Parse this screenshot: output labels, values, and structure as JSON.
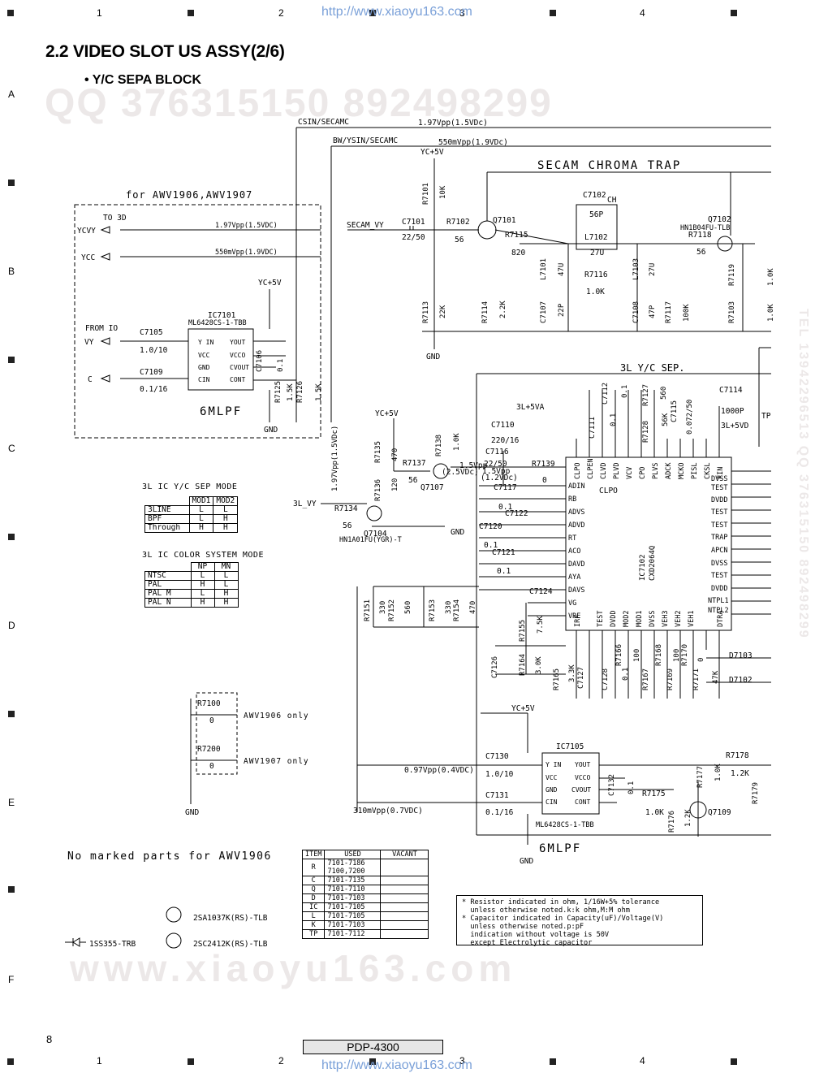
{
  "header": {
    "column_numbers": [
      "1",
      "2",
      "3",
      "4"
    ],
    "url_top": "http://www.xiaoyu163.com",
    "url_bottom": "http://www.xiaoyu163.com"
  },
  "page": {
    "title": "2.2 VIDEO SLOT US ASSY(2/6)",
    "subtitle": "• Y/C SEPA BLOCK",
    "page_number": "8",
    "model": "PDP-4300",
    "row_letters": [
      "A",
      "B",
      "C",
      "D",
      "E",
      "F"
    ]
  },
  "watermarks": {
    "qq": "QQ 376315150  892498299",
    "site_large": "www.xiaoyu163.com",
    "tel_vertical": "TEL 13942296513 QQ 376315150 892498299"
  },
  "schematic": {
    "nets": {
      "csin_secamc": "CSIN/SECAMC",
      "bw_ysin_secamc": "BW/YSIN/SECAMC",
      "secam_vy": "SECAM_VY",
      "l3_vy": "3L_VY",
      "v197": "1.97Vpp(1.5VDc)",
      "v550": "550mVpp(1.9VDc)",
      "v197b": "1.97Vpp(1.5VDC)",
      "v550b": "550mVpp(1.9VDC)",
      "v197c": "1.97Vpp(1.5VDc)",
      "v15": "1.5Vpp",
      "v25": "(2.5VDc)",
      "v15b": "1.5Vpp",
      "v12": "(1.2VDc)",
      "v097": "0.97Vpp(0.4VDC)",
      "v310": "310mVpp(0.7VDC)",
      "secam_trap": "SECAM CHROMA TRAP",
      "sep_3l": "3L Y/C SEP.",
      "for_awv": "for AWV1906,AWV1907",
      "to_3d": "TO 3D",
      "from_io": "FROM IO",
      "ycvy": "YCVY",
      "ycc": "YCC",
      "vy": "VY",
      "c": "C",
      "mlpf1": "6MLPF",
      "mlpf2": "6MLPF",
      "awv1906_only": "AWV1906 only",
      "awv1907_only": "AWV1907 only",
      "no_marked": "No marked parts for AWV1906",
      "gnd": "GND",
      "yc5v": "YC+5V",
      "l3_5va": "3L+5VA",
      "l3_5vd": "3L+5VD",
      "clpo": "CLPO",
      "tp": "TP"
    },
    "ic7101": {
      "name": "IC7101",
      "part": "ML6428CS-1-TBB",
      "pins_left": [
        "Y IN",
        "VCC",
        "GND",
        "CIN"
      ],
      "pins_right": [
        "YOUT",
        "VCCO",
        "CVOUT",
        "CONT"
      ]
    },
    "ic7105": {
      "name": "IC7105",
      "part": "ML6428CS-1-TBB",
      "pins_left": [
        "Y IN",
        "VCC",
        "GND",
        "CIN"
      ],
      "pins_right": [
        "YOUT",
        "VCCO",
        "CVOUT",
        "CONT"
      ]
    },
    "ic7102": {
      "name": "IC7102",
      "part": "CXD2064Q",
      "pins_left": [
        "ADIN",
        "RB",
        "ADVS",
        "ADVD",
        "RT",
        "ACO",
        "DAVD",
        "AYA",
        "DAVS",
        "VG",
        "VRE"
      ],
      "pins_right": [
        "DVSS",
        "TEST",
        "DVDD",
        "TEST",
        "TEST",
        "TRAP",
        "APCN",
        "DVSS",
        "TEST",
        "DVDD",
        "NTPL1",
        "NTPL2"
      ],
      "pins_top": [
        "CLPO",
        "CLPEN",
        "CLVD",
        "PLVD",
        "VCV",
        "CPO",
        "PLVS",
        "ADCK",
        "MCKO",
        "PISL",
        "CKSL",
        "FIN"
      ],
      "pins_bottom": [
        "IRF",
        "TEST",
        "DVDD",
        "MOD2",
        "MOD1",
        "DVSS",
        "VEH3",
        "VEH2",
        "VEH1",
        "DTRA"
      ]
    },
    "components": {
      "r7101": "R7101",
      "r7101v": "10K",
      "r7102": "R7102",
      "r7102v": "56",
      "c7101": "C7101",
      "c7101v": "22/50",
      "q7101": "Q7101",
      "r7115": "R7115",
      "r7115v": "820",
      "c7102": "C7102",
      "c7102t": "CH",
      "c7102v": "56P",
      "l7102": "L7102",
      "l7102v": "27U",
      "r7116": "R7116",
      "r7116v": "1.0K",
      "l7101": "L7101",
      "l7101v": "47U",
      "l7103": "L7103",
      "l7103v": "27U",
      "q7102": "Q7102",
      "q7102p": "HN1B04FU-TLB",
      "r7118": "R7118",
      "r7118v": "56",
      "r7119": "R7119",
      "r7119v": "1.0K",
      "r7103": "R7103",
      "r7103v": "1.0K",
      "r7113": "R7113",
      "r7113v": "22K",
      "r7114": "R7114",
      "r7114v": "2.2K",
      "c7107": "C7107",
      "c7107v": "22P",
      "c7108": "C7108",
      "c7108v": "47P",
      "r7117": "R7117",
      "r7117v": "100K",
      "c7105": "C7105",
      "c7105v": "1.0/10",
      "c7109": "C7109",
      "c7109v": "0.1/16",
      "c7106": "C7106",
      "c7106v": "0.1",
      "r7125": "R7125",
      "r7125v": "1.5K",
      "r7126": "R7126",
      "r7126v": "1.5K",
      "c7111": "C7111",
      "c7111v": "0.1",
      "c7112": "C7112",
      "c7112v": "0.1",
      "r7127": "R7127",
      "r7127v": "560",
      "r7128": "R7128",
      "r7128v": "56K",
      "c7115": "C7115",
      "c7115v": "0.072/50",
      "c7114": "C7114",
      "c7114v": "1000P",
      "c7110": "C7110",
      "c7110v": "220/16",
      "c7116": "C7116",
      "c7116v": "22/50",
      "r7135": "R7135",
      "r7135v": "470",
      "r7138": "R7138",
      "r7138v": "1.0K",
      "r7137": "R7137",
      "r7137v": "56",
      "r7136": "R7136",
      "r7136v": "120",
      "q7107": "Q7107",
      "r7139": "R7139",
      "r7139v": "0",
      "c7117": "C7117",
      "c7117v": "0.1",
      "c7122": "C7122",
      "c7120": "C7120",
      "c7120v": "0.1",
      "c7121": "C7121",
      "c7121v": "0.1",
      "r7134": "R7134",
      "r7134v": "56",
      "q7104": "Q7104",
      "q7104p": "HN1A01FU(YGR)-T",
      "c7124": "C7124",
      "r7151": "R7151",
      "r7151v": "330",
      "r7152": "R7152",
      "r7152v": "560",
      "r7153": "R7153",
      "r7153v": "330",
      "r7154": "R7154",
      "r7154v": "470",
      "r7155": "R7155",
      "r7155v": "7.5K",
      "c7126": "C7126",
      "r7164": "R7164",
      "r7164v": "3.0K",
      "r7165": "R7165",
      "r7165v": "3.3K",
      "c7127": "C7127",
      "c7128": "C7128",
      "c7128v": "0.1",
      "r7166": "R7166",
      "r7166v": "100",
      "r7167": "R7167",
      "r7168": "R7168",
      "r7168v": "100",
      "r7169": "R7169",
      "r7170": "R7170",
      "r7170v": "0",
      "r7171": "R7171",
      "r7171v": "47K",
      "d7102": "D7102",
      "d7103": "D7103",
      "r7100": "R7100",
      "r7100v": "0",
      "r7200": "R7200",
      "r7200v": "0",
      "c7130": "C7130",
      "c7130v": "1.0/10",
      "c7131": "C7131",
      "c7131v": "0.1/16",
      "c7132": "C7132",
      "c7132v": "0.1",
      "r7175": "R7175",
      "r7175v": "1.0K",
      "r7176": "R7176",
      "r7176v": "1.2K",
      "r7177": "R7177",
      "r7177v": "1.0K",
      "r7178": "R7178",
      "r7178v": "1.2K",
      "r7179": "R7179",
      "q7109": "Q7109"
    },
    "legend_parts": {
      "q_pnp": "2SA1037K(RS)-TLB",
      "q_npn": "2SC2412K(RS)-TLB",
      "diode": "1SS355-TRB"
    }
  },
  "tables": {
    "yc_sep_mode": {
      "title": "3L IC Y/C SEP MODE",
      "headers": [
        "",
        "MOD1",
        "MOD2"
      ],
      "rows": [
        [
          "3LINE",
          "L",
          "L"
        ],
        [
          "BPF",
          "L",
          "H"
        ],
        [
          "Through",
          "H",
          "H"
        ]
      ]
    },
    "color_system_mode": {
      "title": "3L IC COLOR SYSTEM MODE",
      "headers": [
        "",
        "NP",
        "MN"
      ],
      "rows": [
        [
          "NTSC",
          "L",
          "L"
        ],
        [
          "PAL",
          "H",
          "L"
        ],
        [
          "PAL M",
          "L",
          "H"
        ],
        [
          "PAL N",
          "H",
          "H"
        ]
      ]
    },
    "parts_list": {
      "headers": [
        "ITEM",
        "USED",
        "VACANT"
      ],
      "rows": [
        [
          "R",
          "7101-7186\n7100,7200",
          ""
        ],
        [
          "C",
          "7101-7135",
          ""
        ],
        [
          "Q",
          "7101-7110",
          ""
        ],
        [
          "D",
          "7101-7103",
          ""
        ],
        [
          "IC",
          "7101-7105",
          ""
        ],
        [
          "L",
          "7101-7105",
          ""
        ],
        [
          "K",
          "7101-7103",
          ""
        ],
        [
          "TP",
          "7101-7112",
          ""
        ]
      ]
    }
  },
  "notes": [
    "* Resistor indicated in ohm, 1/16W+5% tolerance",
    "  unless otherwise noted.k:k ohm,M:M ohm",
    "* Capacitor indicated in Capacity(uF)/Voltage(V)",
    "  unless otherwise noted.p:pF",
    "  indication without voltage is 50V",
    "  except Electrolytic capacitor"
  ]
}
